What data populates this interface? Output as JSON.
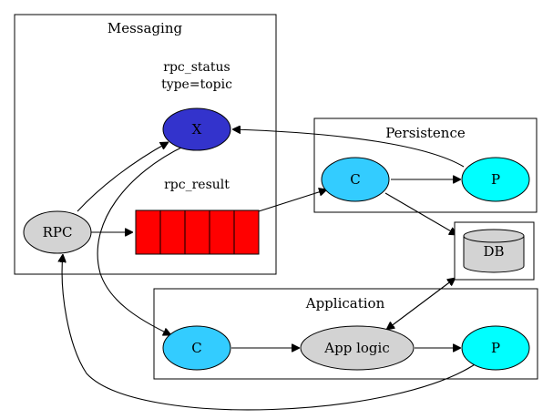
{
  "colors": {
    "exchange": "#3333cc",
    "consumer": "#33ccff",
    "producer": "#00ffff",
    "rpc": "#d3d3d3",
    "queue": "#ff0000",
    "app_logic": "#d3d3d3",
    "db": "#d3d3d3"
  },
  "clusters": {
    "messaging": "Messaging",
    "persistence": "Persistence",
    "application": "Application"
  },
  "labels": {
    "exchange_name": "rpc_status",
    "exchange_type": "type=topic",
    "queue_name": "rpc_result"
  },
  "nodes": {
    "exchange": "X",
    "rpc": "RPC",
    "persistence_consumer": "C",
    "persistence_producer": "P",
    "db": "DB",
    "application_consumer": "C",
    "app_logic": "App logic",
    "application_producer": "P"
  },
  "queue": {
    "cells": 5
  },
  "icons": {
    "db": "cylinder-icon"
  }
}
